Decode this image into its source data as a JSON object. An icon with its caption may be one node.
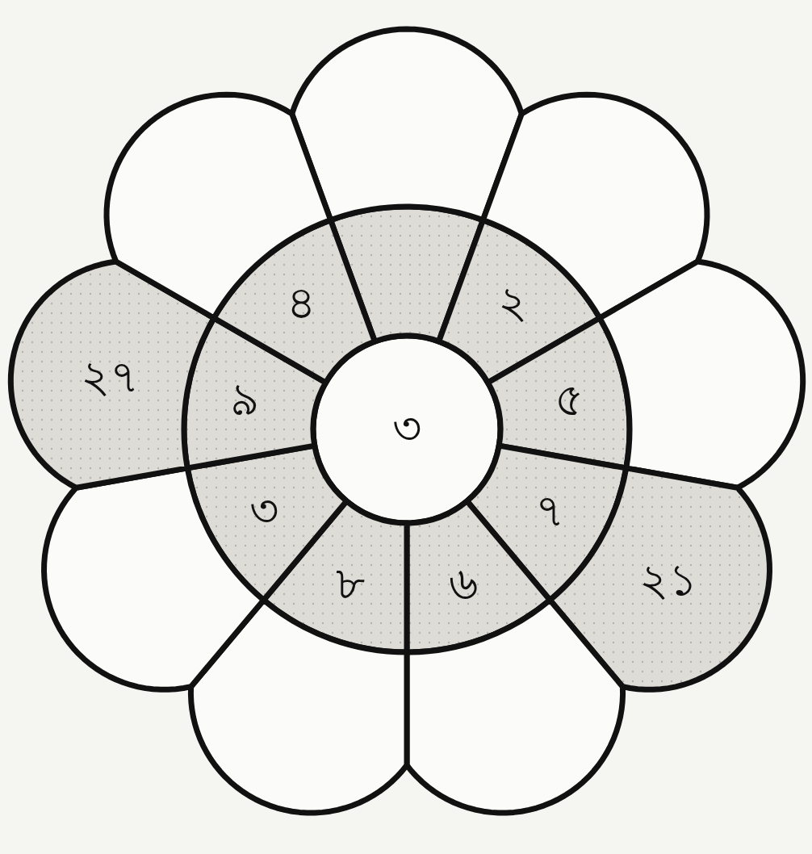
{
  "diagram": {
    "nodes": [
      {
        "text": [
          "৩"
        ]
      },
      {
        "text": [],
        "shape": "sector"
      },
      {
        "text": [
          "২"
        ]
      },
      {
        "text": [
          "৫"
        ]
      },
      {
        "text": [
          "৭"
        ]
      },
      {
        "text": [
          "৬"
        ]
      },
      {
        "text": [
          "৮"
        ]
      },
      {
        "text": [
          "৩"
        ]
      },
      {
        "text": [
          "৯"
        ]
      },
      {
        "text": [
          "৪"
        ]
      },
      {
        "text": [],
        "shape": "petal"
      },
      {
        "text": [],
        "shape": "petal"
      },
      {
        "text": [],
        "shape": "petal"
      },
      {
        "text": [
          "২১"
        ]
      },
      {
        "text": [],
        "shape": "petal"
      },
      {
        "text": [],
        "shape": "petal"
      },
      {
        "text": [],
        "shape": "petal"
      },
      {
        "text": [
          "২৭"
        ]
      },
      {
        "text": [],
        "shape": "petal"
      }
    ]
  }
}
